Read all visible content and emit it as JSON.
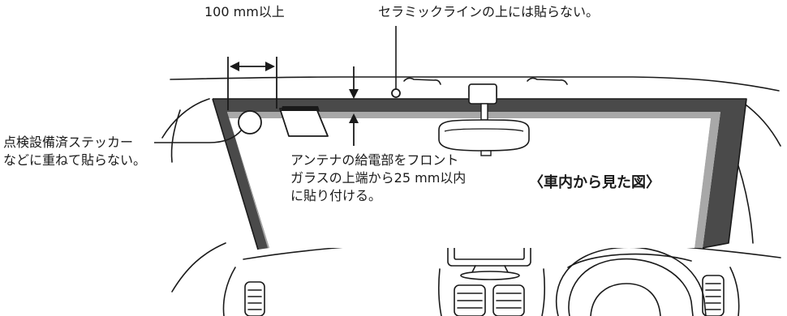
{
  "labels": {
    "min_distance": "100 mm以上",
    "ceramic_line": "セラミックラインの上には貼らない。",
    "inspection_sticker": {
      "line1": "点検設備済ステッカー",
      "line2": "などに重ねて貼らない。"
    },
    "antenna_feed": {
      "line1": "アンテナの給電部をフロント",
      "line2": "ガラスの上端から25 mm以内",
      "line3": "に貼り付ける。"
    },
    "view_caption": "〈車内から見た図〉"
  },
  "colors": {
    "ceramic_band": "#4a4a4a",
    "inner_band": "#a8a8a8",
    "outline": "#1a1a1a"
  }
}
